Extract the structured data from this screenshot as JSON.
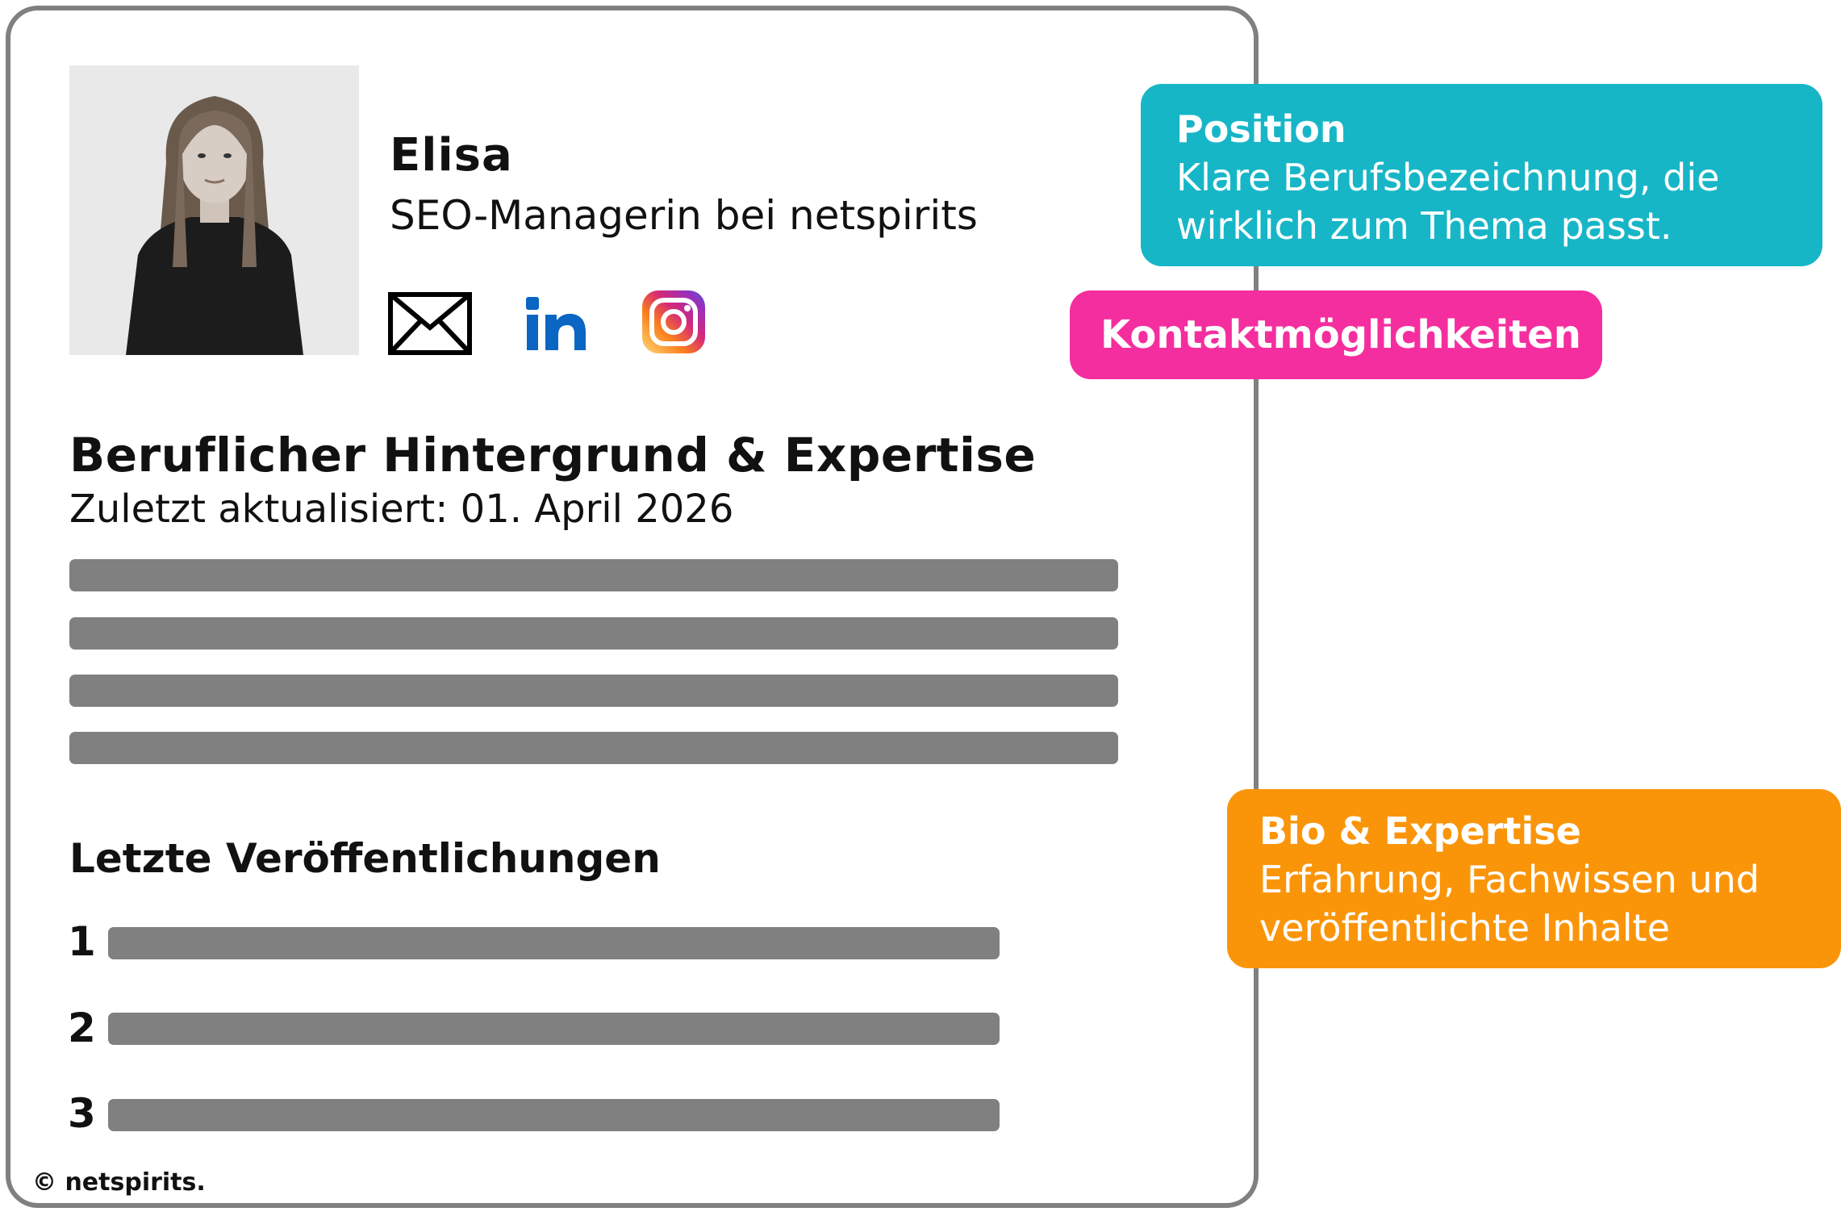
{
  "profile": {
    "name": "Elisa",
    "role": "SEO-Managerin bei netspirits"
  },
  "contact_icons": [
    "mail-icon",
    "linkedin-icon",
    "instagram-icon"
  ],
  "section": {
    "title": "Beruflicher Hintergrund & Expertise",
    "updated": "Zuletzt aktualisiert: 01. April 2026"
  },
  "publications": {
    "title": "Letzte Veröffentlichungen",
    "numbers": [
      "1",
      "2",
      "3"
    ]
  },
  "copyright": "© netspirits.",
  "callouts": {
    "position": {
      "title": "Position",
      "line1": "Klare Berufsbezeichnung, die",
      "line2": "wirklich zum Thema passt."
    },
    "contact": {
      "title": "Kontaktmöglichkeiten"
    },
    "bio": {
      "title": "Bio & Expertise",
      "line1": "Erfahrung, Fachwissen und",
      "line2": "veröffentlichte Inhalte"
    }
  },
  "colors": {
    "frame": "#808080",
    "placeholder_bar": "#808080",
    "position": "#17b6c7",
    "contact": "#f52e9f",
    "bio": "#fa950a",
    "linkedin": "#0a66c2"
  }
}
